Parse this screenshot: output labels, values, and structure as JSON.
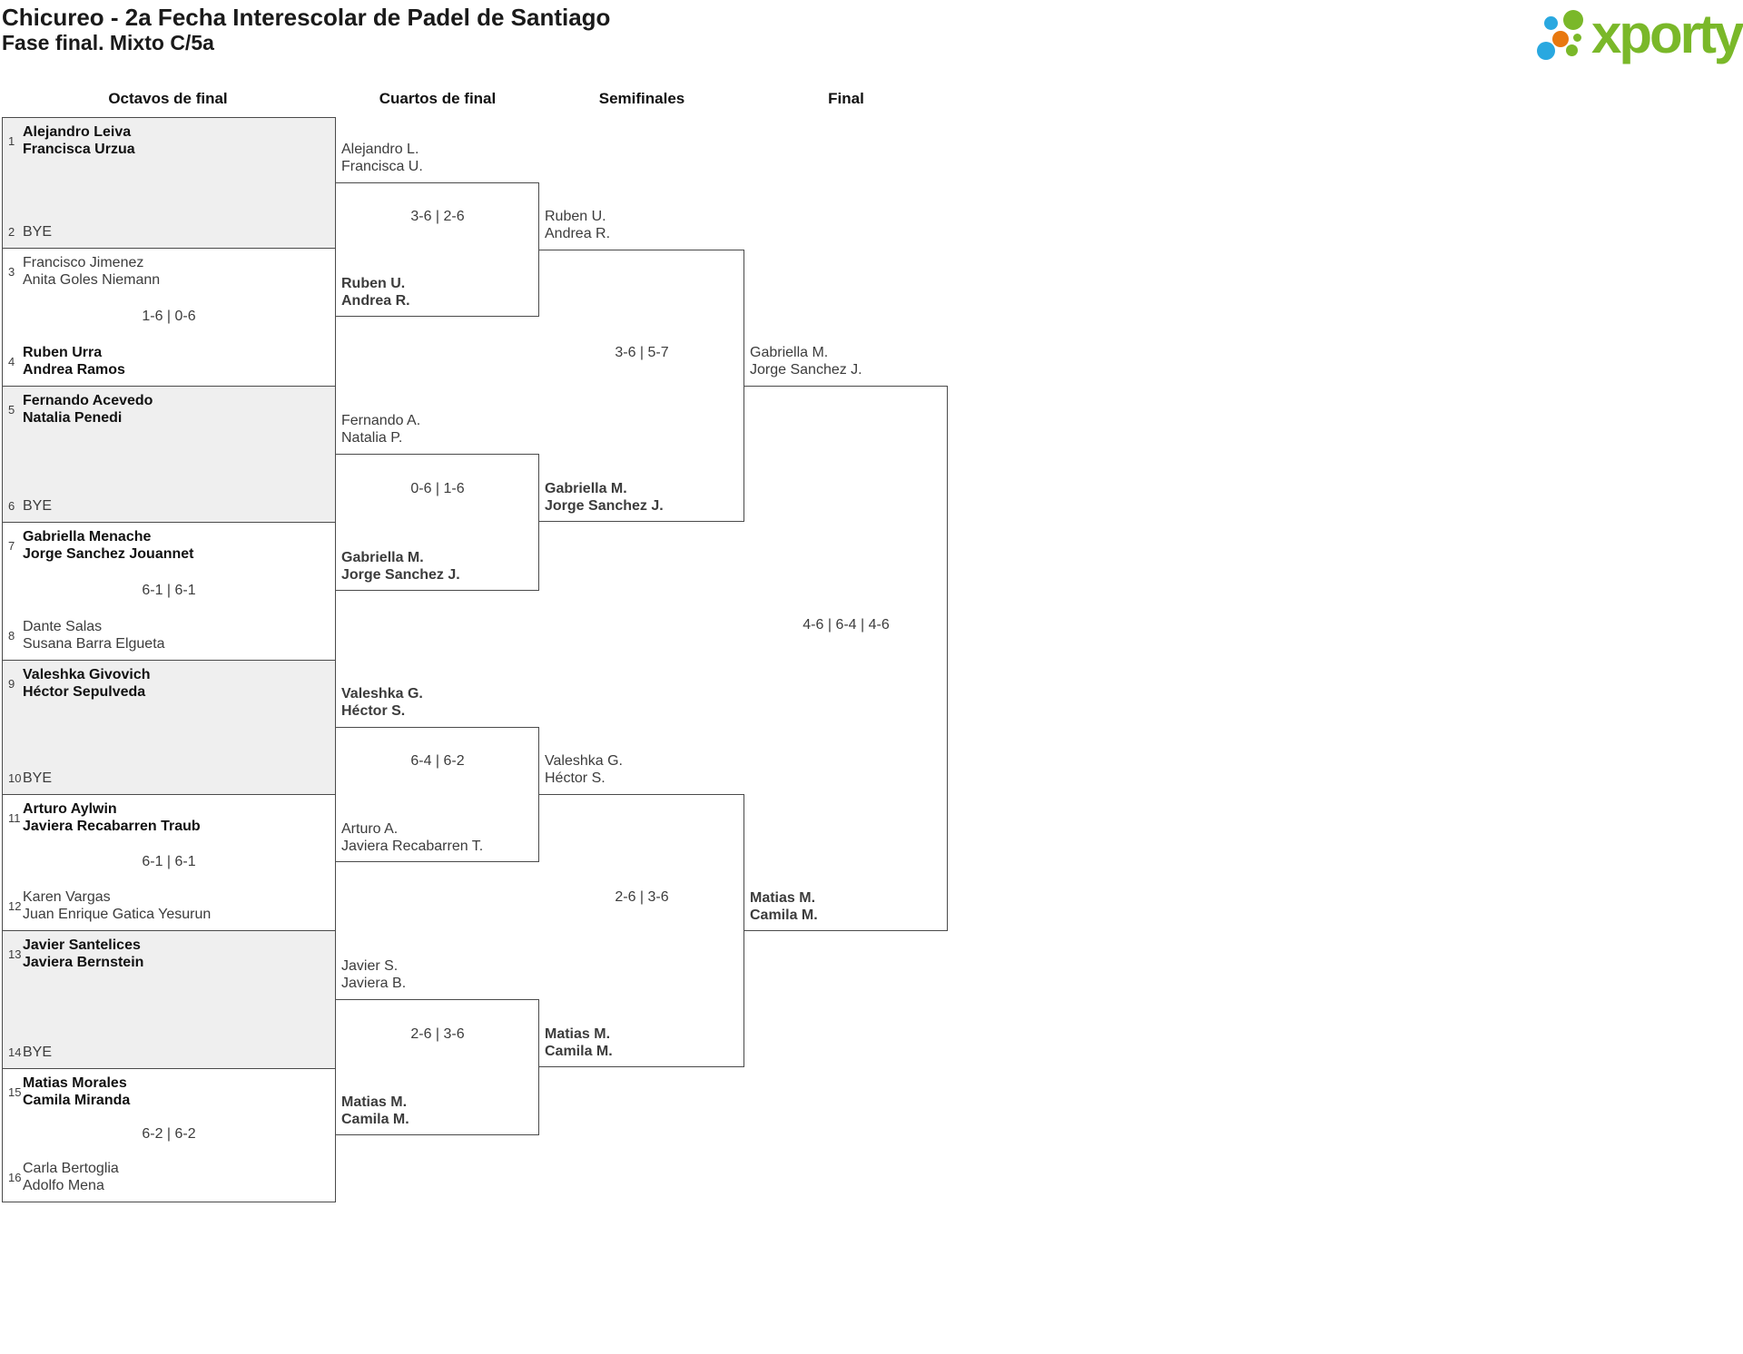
{
  "title": {
    "line1": "Chicureo - 2a Fecha Interescolar de Padel de Santiago",
    "line2": "Fase final. Mixto C/5a"
  },
  "logo": {
    "wordmark": "xporty",
    "colors": {
      "green": "#7ab829",
      "blue": "#29a8e0",
      "orange": "#e8780f"
    }
  },
  "rounds": {
    "r16": "Octavos de final",
    "qf": "Cuartos de final",
    "sf": "Semifinales",
    "f": "Final"
  },
  "octavos": [
    {
      "shaded": true,
      "score": "",
      "top": {
        "seed": "1",
        "names": "Alejandro Leiva\nFrancisca Urzua",
        "bold": true
      },
      "bottom": {
        "seed": "2",
        "names": "BYE",
        "bold": false
      }
    },
    {
      "shaded": false,
      "score": "1-6 | 0-6",
      "top": {
        "seed": "3",
        "names": "Francisco Jimenez\nAnita Goles Niemann",
        "bold": false
      },
      "bottom": {
        "seed": "4",
        "names": "Ruben Urra\nAndrea Ramos",
        "bold": true
      }
    },
    {
      "shaded": true,
      "score": "",
      "top": {
        "seed": "5",
        "names": "Fernando Acevedo\nNatalia Penedi",
        "bold": true
      },
      "bottom": {
        "seed": "6",
        "names": "BYE",
        "bold": false
      }
    },
    {
      "shaded": false,
      "score": "6-1 | 6-1",
      "top": {
        "seed": "7",
        "names": "Gabriella Menache\nJorge Sanchez Jouannet",
        "bold": true
      },
      "bottom": {
        "seed": "8",
        "names": "Dante Salas\nSusana Barra Elgueta",
        "bold": false
      }
    },
    {
      "shaded": true,
      "score": "",
      "top": {
        "seed": "9",
        "names": "Valeshka Givovich\nHéctor Sepulveda",
        "bold": true
      },
      "bottom": {
        "seed": "10",
        "names": "BYE",
        "bold": false
      }
    },
    {
      "shaded": false,
      "score": "6-1 | 6-1",
      "top": {
        "seed": "11",
        "names": "Arturo Aylwin\nJaviera Recabarren Traub",
        "bold": true
      },
      "bottom": {
        "seed": "12",
        "names": "Karen Vargas\nJuan Enrique Gatica Yesurun",
        "bold": false
      }
    },
    {
      "shaded": true,
      "score": "",
      "top": {
        "seed": "13",
        "names": "Javier Santelices\nJaviera Bernstein",
        "bold": true
      },
      "bottom": {
        "seed": "14",
        "names": "BYE",
        "bold": false
      }
    },
    {
      "shaded": false,
      "score": "6-2 | 6-2",
      "top": {
        "seed": "15",
        "names": "Matias Morales\nCamila Miranda",
        "bold": true
      },
      "bottom": {
        "seed": "16",
        "names": "Carla Bertoglia\nAdolfo Mena",
        "bold": false
      }
    }
  ],
  "cuartos": [
    {
      "score": "3-6 | 2-6",
      "top": {
        "names": "Alejandro L.\nFrancisca U.",
        "bold": false
      },
      "winner": {
        "names": "Ruben U.\nAndrea R.",
        "bold": true
      }
    },
    {
      "score": "0-6 | 1-6",
      "top": {
        "names": "Fernando A.\nNatalia P.",
        "bold": false
      },
      "winner": {
        "names": "Gabriella M.\nJorge Sanchez J.",
        "bold": true
      }
    },
    {
      "score": "6-4 | 6-2",
      "top": {
        "names": "Valeshka G.\nHéctor S.",
        "bold": true
      },
      "winner": {
        "names": "Arturo A.\nJaviera Recabarren T.",
        "bold": false
      }
    },
    {
      "score": "2-6 | 3-6",
      "top": {
        "names": "Javier S.\nJaviera B.",
        "bold": false
      },
      "winner": {
        "names": "Matias M.\nCamila M.",
        "bold": true
      }
    }
  ],
  "semifinales": [
    {
      "score": "3-6 | 5-7",
      "top": {
        "names": "Ruben U.\nAndrea R.",
        "bold": false
      },
      "winner": {
        "names": "Gabriella M.\nJorge Sanchez J.",
        "bold": true
      }
    },
    {
      "score": "2-6 | 3-6",
      "top": {
        "names": "Valeshka G.\nHéctor S.",
        "bold": false
      },
      "winner": {
        "names": "Matias M.\nCamila M.",
        "bold": true
      }
    }
  ],
  "final": {
    "score": "4-6 | 6-4 | 4-6",
    "top": {
      "names": "Gabriella M.\nJorge Sanchez J.",
      "bold": false
    },
    "winner": {
      "names": "Matias M.\nCamila M.",
      "bold": true
    }
  }
}
